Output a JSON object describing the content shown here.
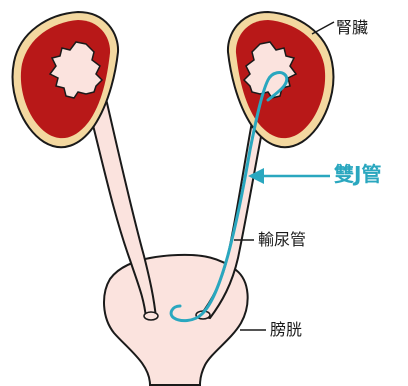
{
  "labels": {
    "kidney": "腎臟",
    "stent": "雙J管",
    "ureter": "輸尿管",
    "bladder": "膀胱"
  },
  "colors": {
    "kidney_outer": "#f3d8a0",
    "kidney_inner": "#b81818",
    "pelvis": "#fbe3de",
    "ureter_fill": "#fbe3de",
    "bladder_fill": "#fbe3de",
    "stent": "#2aa7bf",
    "outline": "#1a1a1a"
  }
}
